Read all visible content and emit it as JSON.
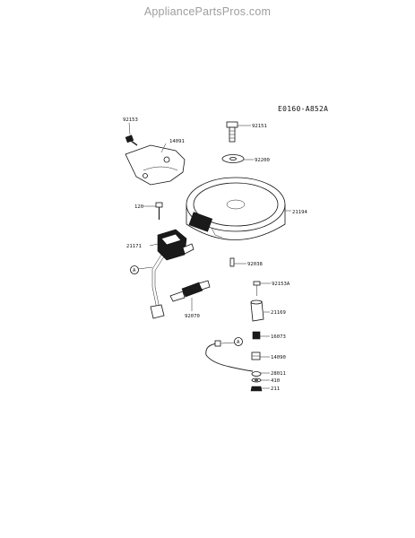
{
  "watermark": "AppliancePartsPros.com",
  "diagram_code": "E0160-A852A",
  "callouts": {
    "p92153": "92153",
    "p14091": "14091",
    "p92151": "92151",
    "p92200": "92200",
    "p120": "120",
    "p21194": "21194",
    "p21171": "21171",
    "p92038": "92038",
    "pA1": "A",
    "p92153A": "92153A",
    "p92070": "92070",
    "p21169": "21169",
    "p16073": "16073",
    "p14090": "14090",
    "pA2": "A",
    "p28011": "28011",
    "p410": "410",
    "p211": "211"
  }
}
